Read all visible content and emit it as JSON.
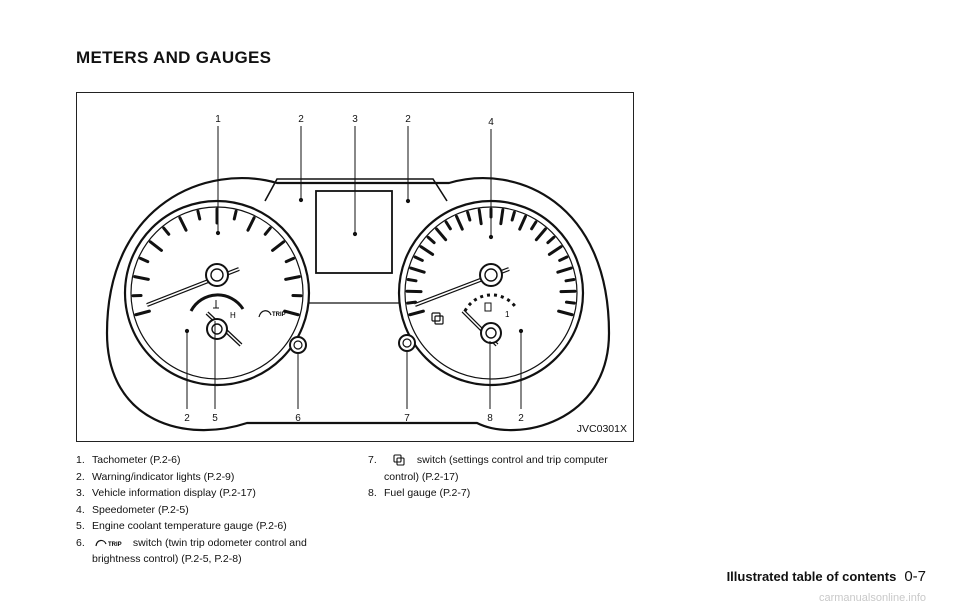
{
  "page": {
    "title": "METERS AND GAUGES"
  },
  "figure": {
    "code": "JVC0301X",
    "callouts_top": [
      "1",
      "2",
      "3",
      "2",
      "4"
    ],
    "callouts_bottom": [
      "2",
      "5",
      "6",
      "7",
      "8",
      "2"
    ],
    "gauge_marks": {
      "coolant_hot": "H",
      "fuel_full": "1",
      "trip_text": "TRIP"
    }
  },
  "items_left": [
    {
      "num": "1.",
      "text": "Tachometer (P.2-6)"
    },
    {
      "num": "2.",
      "text": "Warning/indicator lights (P.2-9)"
    },
    {
      "num": "3.",
      "text": "Vehicle information display (P.2-17)"
    },
    {
      "num": "4.",
      "text": "Speedometer (P.2-5)"
    },
    {
      "num": "5.",
      "text": "Engine coolant temperature gauge (P.2-6)"
    },
    {
      "num": "6.",
      "icon": "trip-switch-icon",
      "text": "switch (twin trip odometer control and",
      "text2": "brightness control) (P.2-5, P.2-8)"
    }
  ],
  "items_right": [
    {
      "num": "7.",
      "icon": "settings-switch-icon",
      "text": "switch (settings control and trip computer",
      "text2": "control) (P.2-17)"
    },
    {
      "num": "8.",
      "text": "Fuel gauge (P.2-7)"
    }
  ],
  "footer": {
    "section": "Illustrated table of contents",
    "page": "0-7",
    "watermark": "carmanualsonline.info"
  }
}
